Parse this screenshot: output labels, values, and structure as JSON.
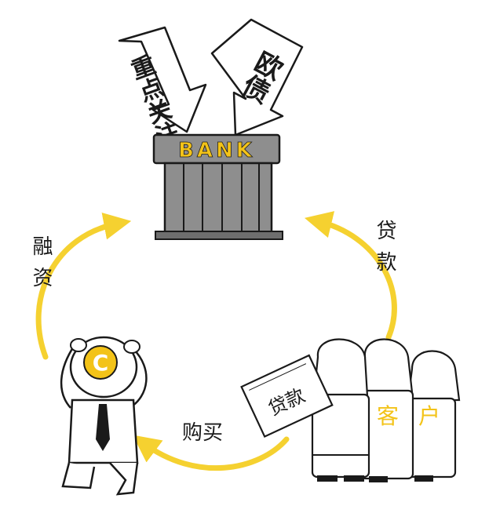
{
  "bank": {
    "sign_text": "BANK"
  },
  "arrow_signs": [
    {
      "text": "重点关注"
    },
    {
      "text": "欧债"
    }
  ],
  "flow_labels": {
    "financing": "融资",
    "loan": "贷款",
    "purchase": "购买"
  },
  "client_group": {
    "label_left": "客",
    "label_right": "户"
  },
  "document": {
    "text": "贷款"
  },
  "figure": {
    "badge_letter": "C"
  },
  "colors": {
    "arrow_yellow": "#F5D130",
    "accent_yellow": "#F3C318",
    "bank_gray": "#8E8E8E",
    "bank_dark": "#6E6E6E",
    "ink": "#1A1A1A"
  }
}
